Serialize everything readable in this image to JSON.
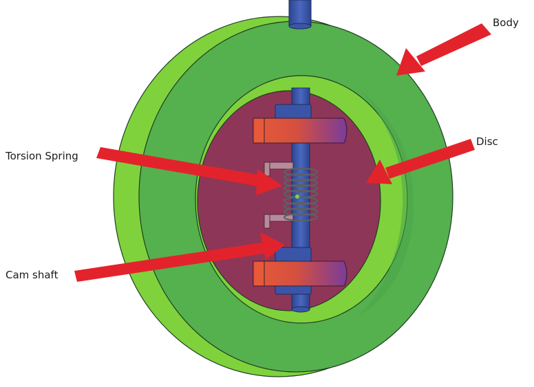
{
  "labels": {
    "body": "Body",
    "disc": "Disc",
    "torsion_spring": "Torsion Spring",
    "cam_shaft": "Cam shaft"
  },
  "colors": {
    "background": "#ffffff",
    "body_green_light": "#7fd23c",
    "body_green_main": "#55b04e",
    "body_green_dark": "#2f8a3a",
    "disc_maroon": "#8e3658",
    "shaft_blue": "#3a55a8",
    "cam_red": "#e05a3e",
    "cam_purple": "#7a3c9a",
    "spring_gray": "#8a8f96",
    "arrow_red": "#e3232b",
    "outline": "#1e3d22"
  }
}
